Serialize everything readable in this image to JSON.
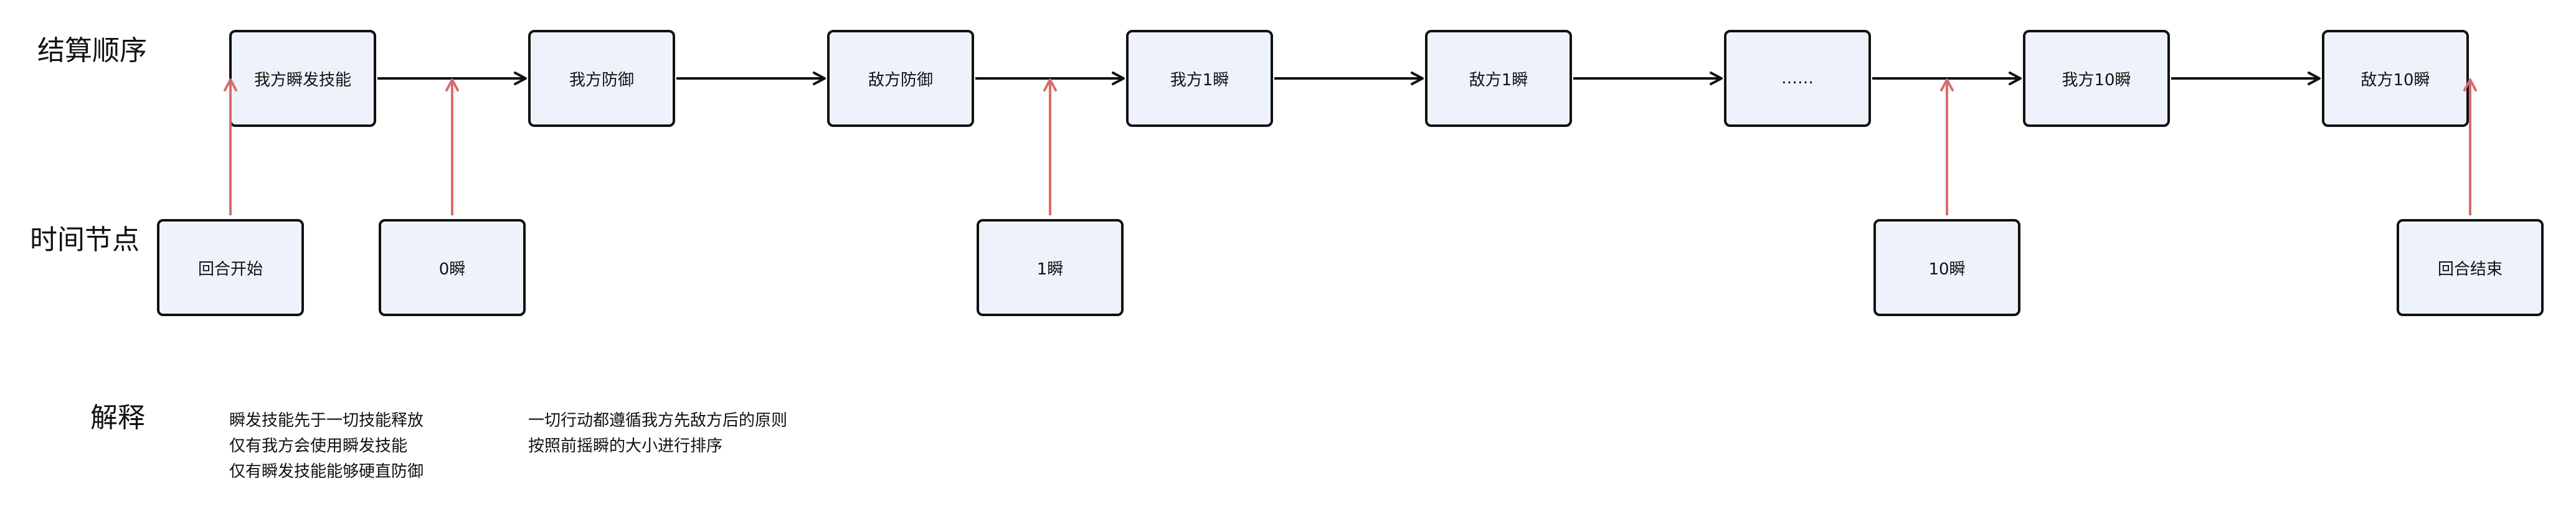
{
  "labels": {
    "settlement_order": "结算顺序",
    "time_points": "时间节点",
    "explanation": "解释"
  },
  "sequence": [
    "我方瞬发技能",
    "我方防御",
    "敌方防御",
    "我方1瞬",
    "敌方1瞬",
    "……",
    "我方10瞬",
    "敌方10瞬"
  ],
  "time_points": [
    "回合开始",
    "0瞬",
    "1瞬",
    "10瞬",
    "回合结束"
  ],
  "notes": {
    "left": [
      "瞬发技能先于一切技能释放",
      "仅有我方会使用瞬发技能",
      "仅有瞬发技能能够硬直防御"
    ],
    "right": [
      "一切行动都遵循我方先敌方后的原则",
      "按照前摇瞬的大小进行排序"
    ]
  },
  "colors": {
    "node_fill": "#eef3fb",
    "node_border": "#111111",
    "sequence_arrow": "#111111",
    "time_arrow": "#d96b6b"
  }
}
